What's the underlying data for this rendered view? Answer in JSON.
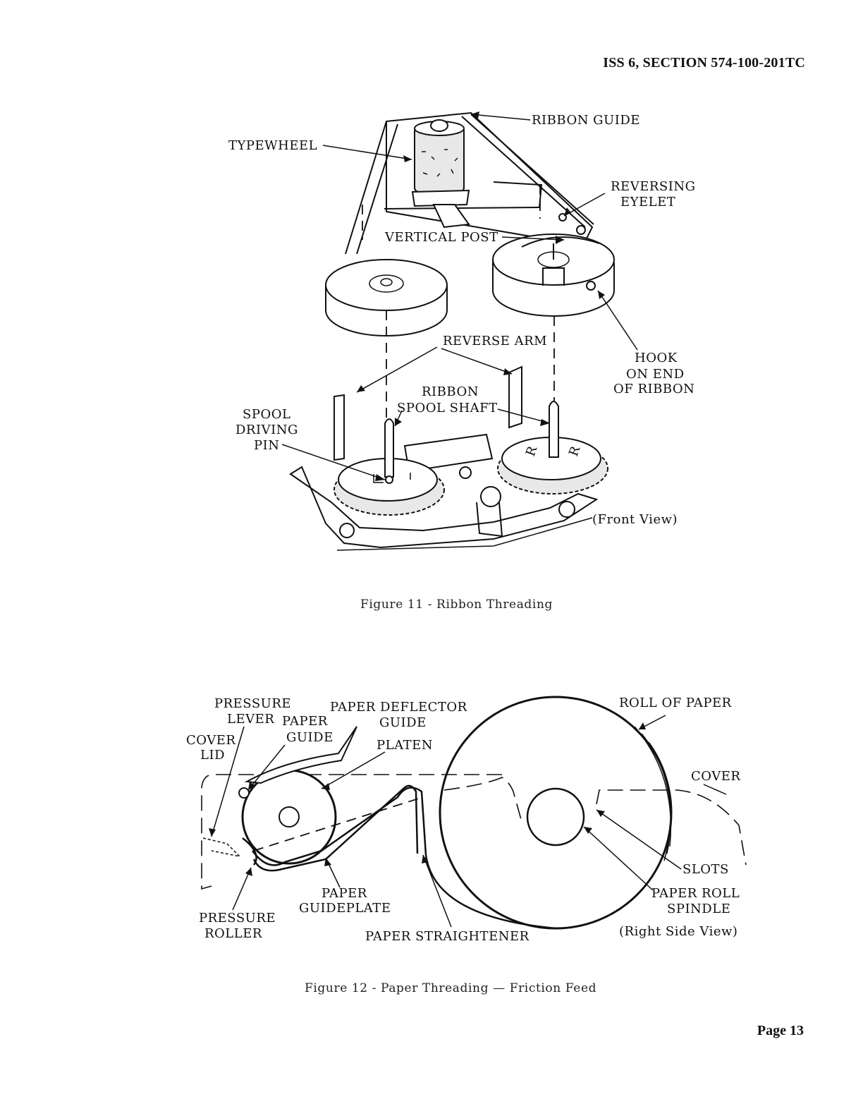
{
  "header": {
    "section": "ISS 6, SECTION 574-100-201TC"
  },
  "figure11": {
    "labels": {
      "typewheel": "TYPEWHEEL",
      "ribbon_guide": "RIBBON GUIDE",
      "reversing_eyelet_1": "REVERSING",
      "reversing_eyelet_2": "EYELET",
      "vertical_post": "VERTICAL POST",
      "reverse_arm": "REVERSE ARM",
      "hook_1": "HOOK",
      "hook_2": "ON END",
      "hook_3": "OF RIBBON",
      "ribbon_spool_shaft_1": "RIBBON",
      "ribbon_spool_shaft_2": "SPOOL SHAFT",
      "spool_driving_pin_1": "SPOOL",
      "spool_driving_pin_2": "DRIVING",
      "spool_driving_pin_3": "PIN",
      "view": "(Front View)",
      "spool_mark_left": "L",
      "spool_mark_right": "R"
    },
    "caption": "Figure 11 - Ribbon Threading"
  },
  "figure12": {
    "labels": {
      "pressure_lever_1": "PRESSURE",
      "pressure_lever_2": "LEVER",
      "paper_guide_1": "PAPER",
      "paper_guide_2": "GUIDE",
      "paper_deflector_1": "PAPER DEFLECTOR",
      "paper_deflector_2": "GUIDE",
      "platen": "PLATEN",
      "cover_lid_1": "COVER",
      "cover_lid_2": "LID",
      "roll_of_paper": "ROLL OF PAPER",
      "cover": "COVER",
      "slots": "SLOTS",
      "paper_roll_spindle_1": "PAPER ROLL",
      "paper_roll_spindle_2": "SPINDLE",
      "view": "(Right Side View)",
      "pressure_roller_1": "PRESSURE",
      "pressure_roller_2": "ROLLER",
      "paper_guideplate_1": "PAPER",
      "paper_guideplate_2": "GUIDEPLATE",
      "paper_straightener": "PAPER STRAIGHTENER"
    },
    "caption": "Figure 12 - Paper Threading — Friction Feed"
  },
  "footer": {
    "page": "Page 13"
  }
}
